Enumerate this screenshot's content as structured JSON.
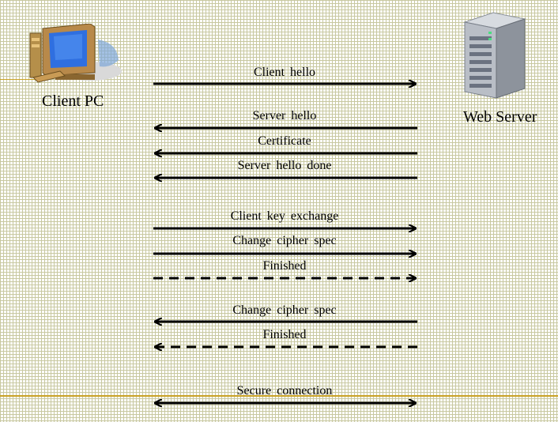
{
  "nodes": {
    "client": {
      "label": "Client PC"
    },
    "server": {
      "label": "Web Server"
    }
  },
  "messages": [
    {
      "label": "Client  hello",
      "direction": "right",
      "style": "solid"
    },
    {
      "label": "Server hello",
      "direction": "left",
      "style": "solid"
    },
    {
      "label": "Certificate",
      "direction": "left",
      "style": "solid"
    },
    {
      "label": "Server  hello  done",
      "direction": "left",
      "style": "solid"
    },
    {
      "label": "Client  key  exchange",
      "direction": "right",
      "style": "solid"
    },
    {
      "label": "Change  cipher  spec",
      "direction": "right",
      "style": "solid"
    },
    {
      "label": "Finished",
      "direction": "right",
      "style": "dashed"
    },
    {
      "label": "Change  cipher  spec",
      "direction": "left",
      "style": "solid"
    },
    {
      "label": "Finished",
      "direction": "left",
      "style": "dashed"
    },
    {
      "label": "Secure  connection",
      "direction": "both",
      "style": "solid"
    }
  ],
  "colors": {
    "grid": "#c8c8a0",
    "accent_line": "#c9a227",
    "arrow": "#000000"
  }
}
